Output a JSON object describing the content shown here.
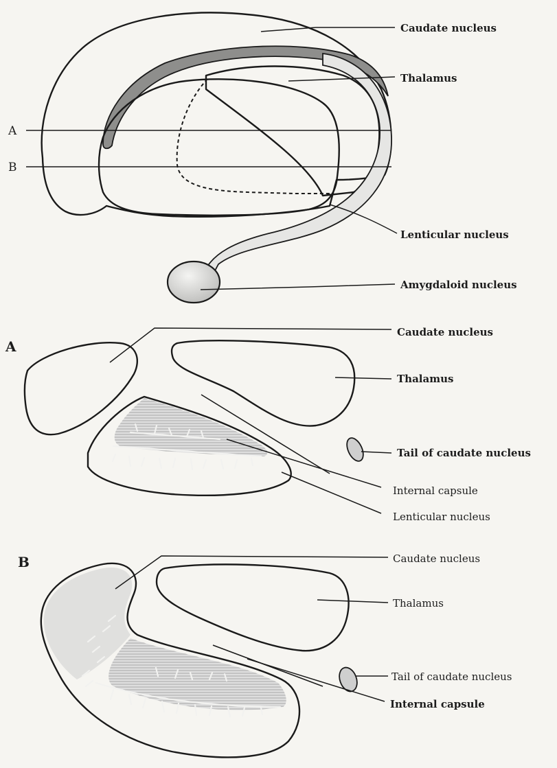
{
  "top_figure": {
    "labels": {
      "caudate": "Caudate nucleus",
      "thalamus": "Thalamus",
      "lenticular": "Lenticular nucleus",
      "amygdaloid": "Amygdaloid nucleus"
    },
    "section_markers": {
      "a": "A",
      "b": "B"
    }
  },
  "section_a": {
    "title": "A",
    "labels": {
      "caudate": "Caudate nucleus",
      "thalamus": "Thalamus",
      "tail": "Tail of caudate nucleus",
      "internal_capsule": "Internal capsule",
      "lenticular": "Lenticular nucleus"
    }
  },
  "section_b": {
    "title": "B",
    "labels": {
      "caudate": "Caudate nucleus",
      "thalamus": "Thalamus",
      "tail": "Tail of caudate nucleus",
      "internal_capsule": "Internal capsule"
    }
  },
  "colors": {
    "paper": "#f6f5f1",
    "light_gray": "#e2e2e2",
    "mid_gray": "#c4c4c4",
    "dark_gray": "#8a8a8a",
    "ink": "#1a1a1a"
  }
}
